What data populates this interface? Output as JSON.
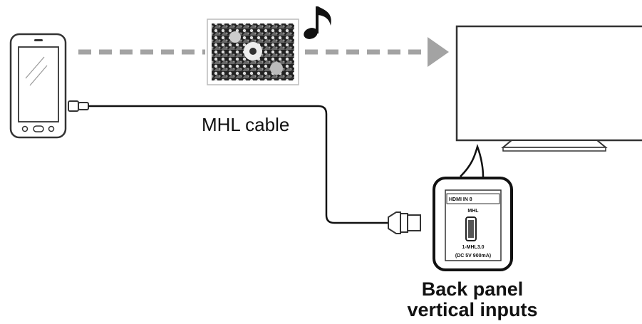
{
  "diagram": {
    "cable_label": "MHL cable",
    "caption_line1": "Back panel",
    "caption_line2": "vertical inputs",
    "port_panel": {
      "header": "HDMI IN 8",
      "mhl_label": "MHL",
      "model_label": "1-MHL3.0",
      "power_label": "(DC 5V 900mA)"
    }
  }
}
